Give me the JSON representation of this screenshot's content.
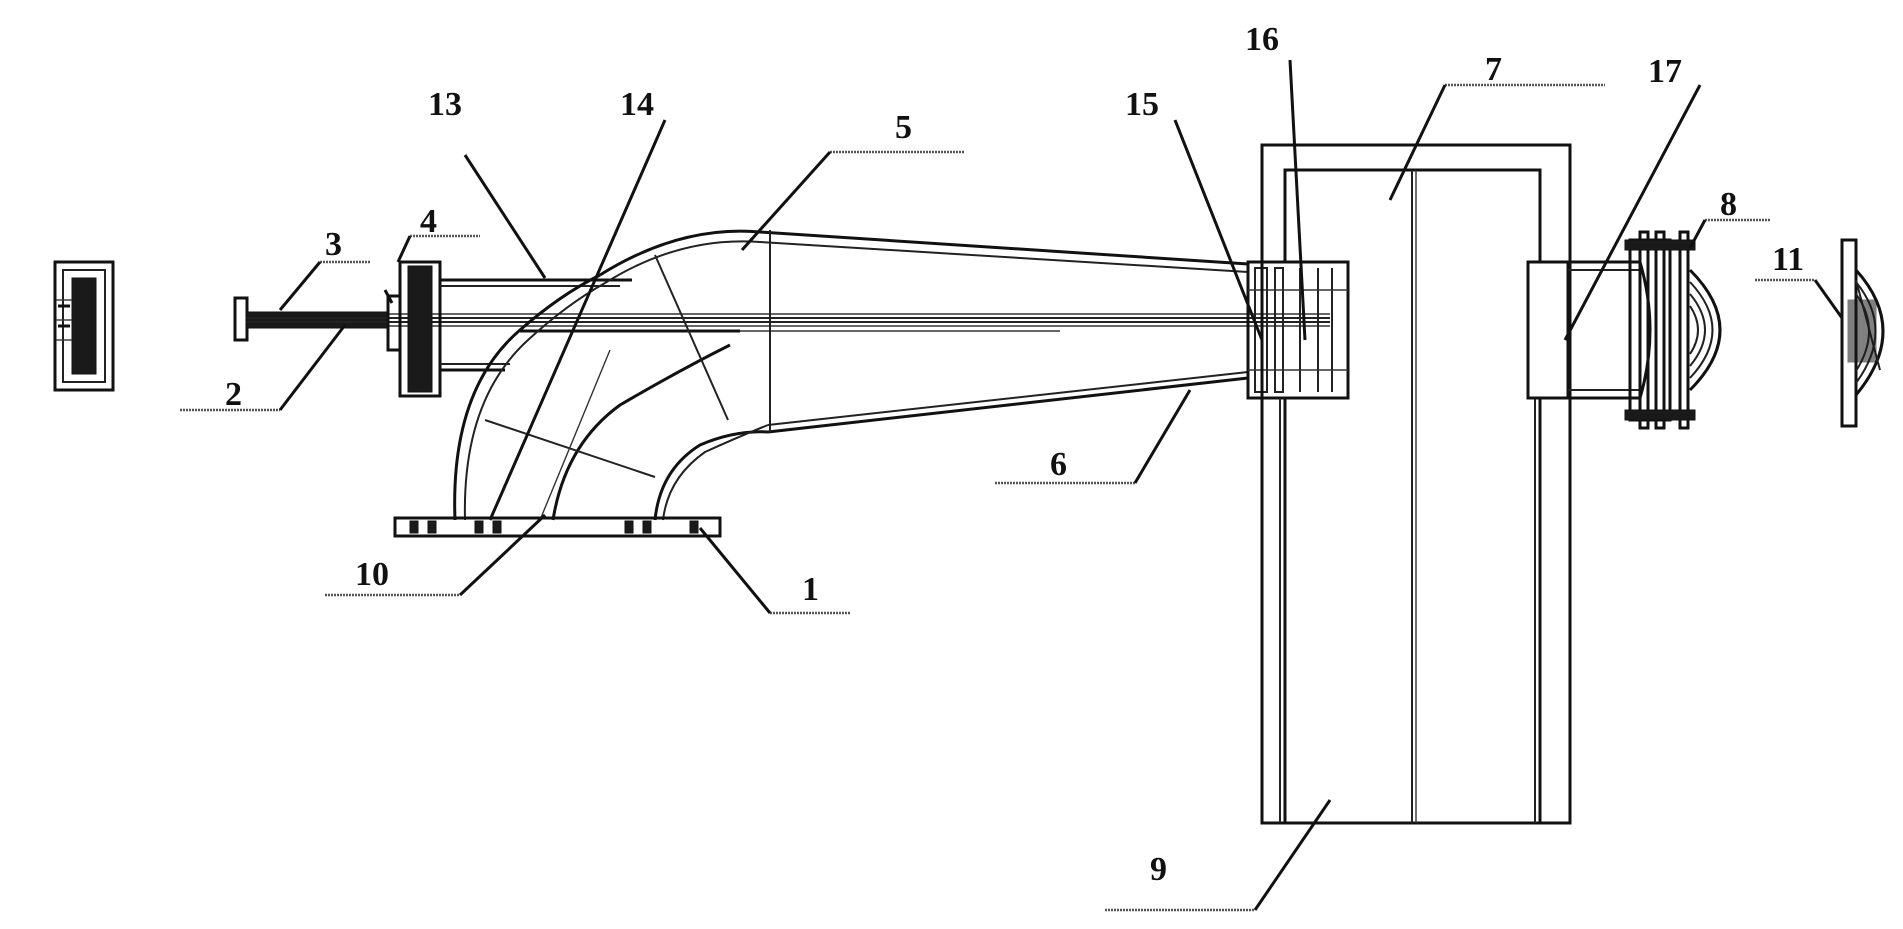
{
  "diagram": {
    "labels": [
      {
        "id": "label-1",
        "text": "1"
      },
      {
        "id": "label-2",
        "text": "2"
      },
      {
        "id": "label-3",
        "text": "3"
      },
      {
        "id": "label-4",
        "text": "4"
      },
      {
        "id": "label-5",
        "text": "5"
      },
      {
        "id": "label-6",
        "text": "6"
      },
      {
        "id": "label-7",
        "text": "7"
      },
      {
        "id": "label-8",
        "text": "8"
      },
      {
        "id": "label-9",
        "text": "9"
      },
      {
        "id": "label-10",
        "text": "10"
      },
      {
        "id": "label-11",
        "text": "11"
      },
      {
        "id": "label-13",
        "text": "13"
      },
      {
        "id": "label-14",
        "text": "14"
      },
      {
        "id": "label-15",
        "text": "15"
      },
      {
        "id": "label-16",
        "text": "16"
      },
      {
        "id": "label-17",
        "text": "17"
      }
    ],
    "colors": {
      "ink": "#111111",
      "paper": "#ffffff"
    }
  }
}
